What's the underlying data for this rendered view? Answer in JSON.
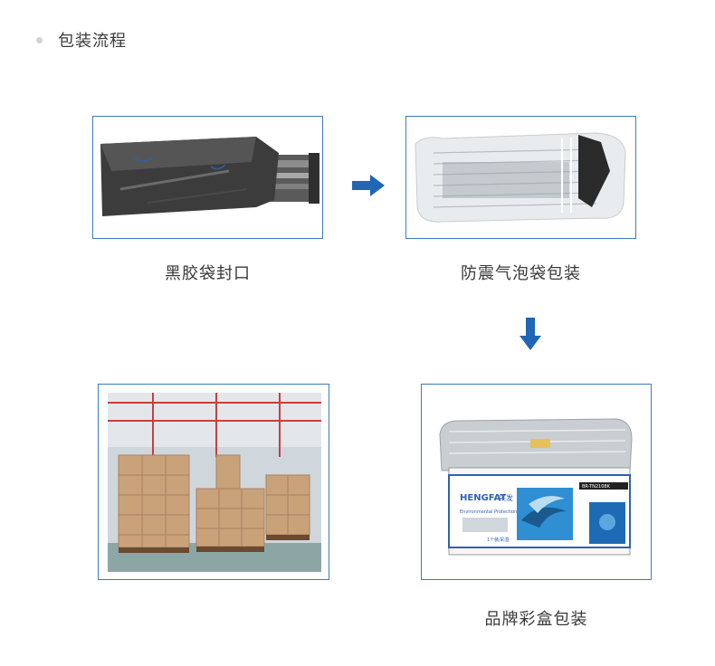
{
  "header": {
    "title": "包装流程"
  },
  "steps": [
    {
      "caption": "黑胶袋封口"
    },
    {
      "caption": "防震气泡袋包装"
    },
    {
      "caption": ""
    },
    {
      "caption": "品牌彩盒包装"
    }
  ],
  "box": {
    "brand": "HENGFAT",
    "brand_cn": "兴发",
    "model": "BR-TN2108K",
    "slogan": "Environmental Protection Cartridge",
    "tag": "1个装/彩盒"
  },
  "colors": {
    "accent": "#3d7cc0",
    "arrow": "#1f66b5"
  }
}
